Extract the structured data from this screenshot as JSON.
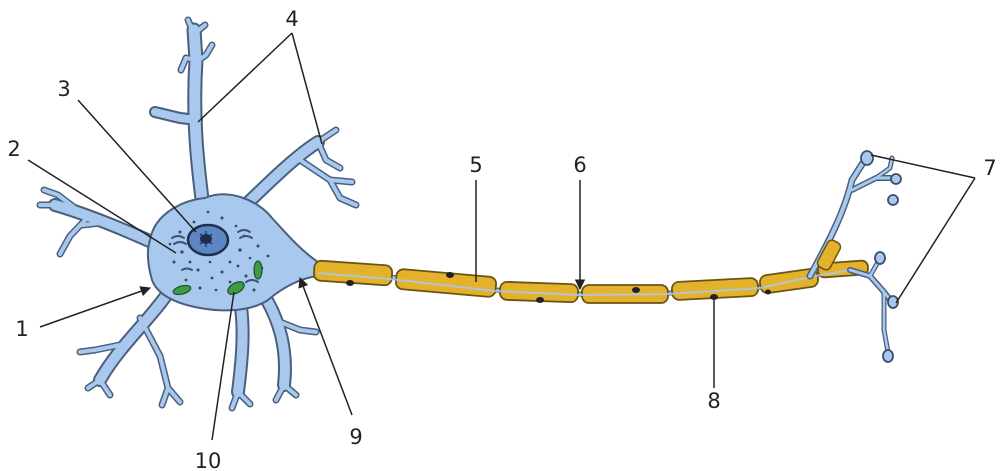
{
  "diagram": {
    "labels": [
      {
        "id": "1",
        "text": "1"
      },
      {
        "id": "2",
        "text": "2"
      },
      {
        "id": "3",
        "text": "3"
      },
      {
        "id": "4",
        "text": "4"
      },
      {
        "id": "5",
        "text": "5"
      },
      {
        "id": "6",
        "text": "6"
      },
      {
        "id": "7",
        "text": "7"
      },
      {
        "id": "8",
        "text": "8"
      },
      {
        "id": "9",
        "text": "9"
      },
      {
        "id": "10",
        "text": "10"
      }
    ]
  },
  "colors": {
    "cell_fill": "#a9c8ee",
    "cell_outline": "#4a5f7d",
    "myelin_fill": "#e3b22a",
    "myelin_outline": "#6b5414",
    "axon_core": "#a9c8ee",
    "nucleus_fill": "#5f86c4",
    "nucleus_outline": "#1f2f4f",
    "mitochondria": "#3f9a4a",
    "leader_line": "#222222"
  }
}
